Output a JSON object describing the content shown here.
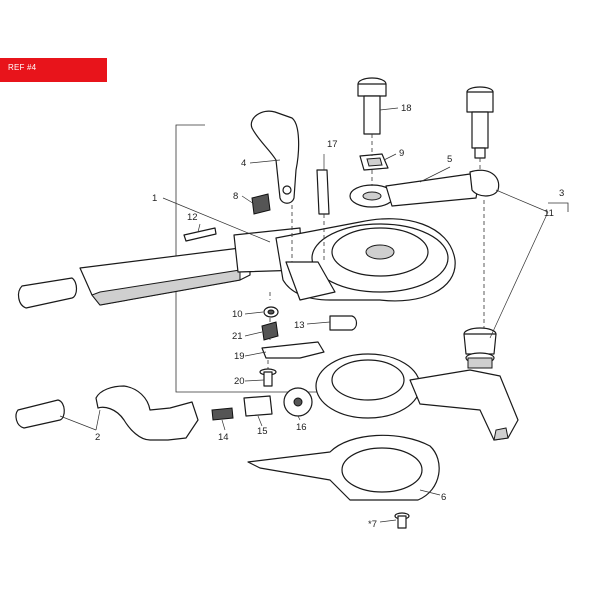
{
  "banner": {
    "text": "REF #4",
    "color": "#e8141b"
  },
  "callouts": {
    "c1": "1",
    "c2": "2",
    "c3": "3",
    "c4": "4",
    "c5": "5",
    "c6": "6",
    "c7": "*7",
    "c8": "8",
    "c9": "9",
    "c10": "10",
    "c11": "11",
    "c12": "12",
    "c13": "13",
    "c14": "14",
    "c15": "15",
    "c16": "16",
    "c17": "17",
    "c18": "18",
    "c19": "19",
    "c20": "20",
    "c21": "21"
  }
}
